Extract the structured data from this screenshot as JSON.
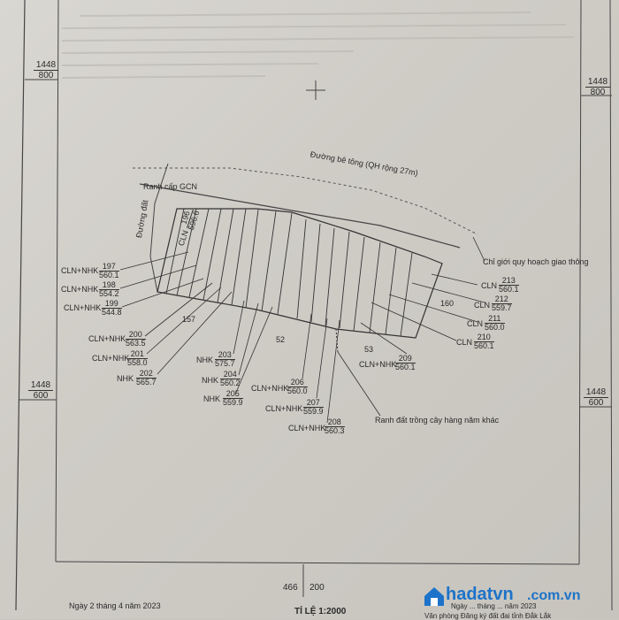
{
  "coords": {
    "top_left": {
      "top": "1448",
      "bottom": "800"
    },
    "top_right": {
      "top": "1448",
      "bottom": "800"
    },
    "mid_left": {
      "top": "1448",
      "bottom": "600"
    },
    "mid_right": {
      "top": "1448",
      "bottom": "600"
    },
    "bottom_center": {
      "left": "466",
      "right": "200"
    }
  },
  "road_label": "Đường bê tông (QH rộng 27m)",
  "gcn_label": "Ranh cấp GCN",
  "dirt_road_label": "Đường đất",
  "planning_label": "Chỉ giới quy hoạch giao thông",
  "crop_boundary_label": "Ranh đất trồng cây hàng năm khác",
  "main_parcel": {
    "type": "CLN",
    "number": "196",
    "area": "596.6"
  },
  "parcels_left": [
    {
      "type": "CLN+NHK",
      "number": "197",
      "area": "560.1"
    },
    {
      "type": "CLN+NHK",
      "number": "198",
      "area": "554.2"
    },
    {
      "type": "CLN+NHK",
      "number": "199",
      "area": "544.8"
    },
    {
      "type": "CLN+NHK",
      "number": "200",
      "area": "563.5"
    },
    {
      "type": "CLN+NHK",
      "number": "201",
      "area": "558.0"
    },
    {
      "type": "NHK",
      "number": "202",
      "area": "565.7"
    }
  ],
  "parcels_bottom": [
    {
      "type": "NHK",
      "number": "203",
      "area": "575.7"
    },
    {
      "type": "NHK",
      "number": "204",
      "area": "560.2"
    },
    {
      "type": "NHK",
      "number": "205",
      "area": "559.9"
    },
    {
      "type": "CLN+NHK",
      "number": "206",
      "area": "560.0"
    },
    {
      "type": "CLN+NHK",
      "number": "207",
      "area": "559.9"
    },
    {
      "type": "CLN+NHK",
      "number": "208",
      "area": "560.3"
    },
    {
      "type": "CLN+NHK",
      "number": "209",
      "area": "560.1"
    }
  ],
  "parcels_right": [
    {
      "type": "CLN",
      "number": "213",
      "area": "560.1"
    },
    {
      "type": "CLN",
      "number": "212",
      "area": "559.7"
    },
    {
      "type": "CLN",
      "number": "211",
      "area": "560.0"
    },
    {
      "type": "CLN",
      "number": "210",
      "area": "560.1"
    }
  ],
  "area_numbers": {
    "a": "157",
    "b": "52",
    "c": "53",
    "d": "160"
  },
  "footer": {
    "date_left": "Ngày 2 tháng 4 năm 2023",
    "scale": "TỈ LỆ 1:2000",
    "date_right": "Ngày ... tháng ... năm 2023",
    "office": "Văn phòng Đăng ký đất đai tỉnh Đắk Lắk"
  },
  "logo": {
    "brand": "hadatvn",
    "domain": ".com.vn"
  },
  "colors": {
    "line": "#333333",
    "paper": "#d4d1cb",
    "logo": "#1d73c9"
  }
}
